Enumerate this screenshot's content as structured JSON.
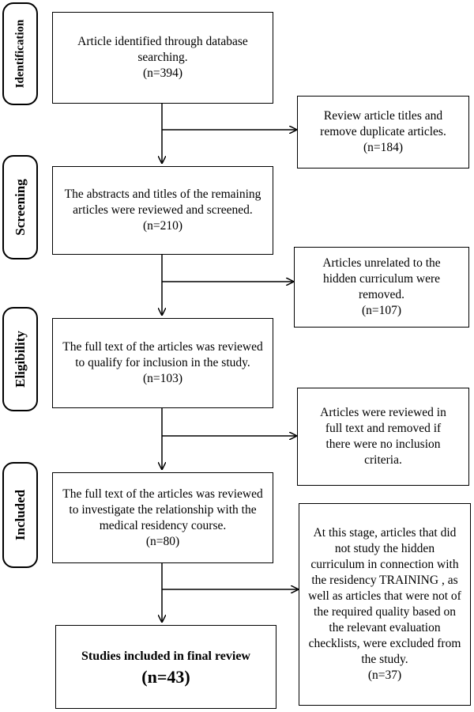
{
  "stages": {
    "identification": "Identification",
    "screening": "Screening",
    "eligibility": "Eligibility",
    "included": "Included"
  },
  "main": {
    "identified_l1": "Article identified through database",
    "identified_l2": "searching.",
    "identified_n": "(n=394)",
    "screened_l1": "The abstracts and titles of the remaining",
    "screened_l2": "articles were reviewed and screened.",
    "screened_n": "(n=210)",
    "eligible_l1": "The full text of the articles was reviewed",
    "eligible_l2": "to qualify for inclusion in the study.",
    "eligible_n": "(n=103)",
    "included_l1": "The full text of the articles was reviewed",
    "included_l2": "to investigate the relationship with the",
    "included_l3": "medical residency course.",
    "included_n": "(n=80)",
    "final_l1": "Studies included in final review",
    "final_n": "(n=43)"
  },
  "excluded": {
    "dup_l1": "Review article titles and",
    "dup_l2": "remove duplicate articles.",
    "dup_n": "(n=184)",
    "unrel_l1": "Articles unrelated to the",
    "unrel_l2": "hidden curriculum were",
    "unrel_l3": "removed.",
    "unrel_n": "(n=107)",
    "full_l1": "Articles were reviewed in",
    "full_l2": "full text and removed if",
    "full_l3": "there were no inclusion",
    "full_l4": "criteria.",
    "quality_l1": "At this stage, articles that did",
    "quality_l2": "not study the hidden",
    "quality_l3": "curriculum in connection with",
    "quality_l4": "the residency TRAINING , as",
    "quality_l5": "well as articles that were not of",
    "quality_l6": "the required quality based on",
    "quality_l7": "the relevant evaluation",
    "quality_l8": "checklists, were excluded from",
    "quality_l9": "the study.",
    "quality_n": "(n=37)"
  }
}
